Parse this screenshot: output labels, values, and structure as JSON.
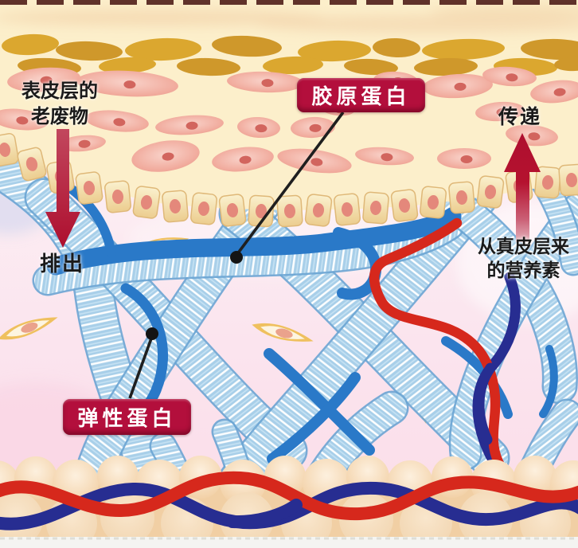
{
  "diagram": {
    "annotations": {
      "epidermis_waste": {
        "line1": "表皮层的",
        "line2": "老废物"
      },
      "excrete": "排出",
      "collagen_badge": "胶原蛋白",
      "elastin_badge": "弹性蛋白",
      "transmit": "传递",
      "nutrients": {
        "line1": "从真皮层来",
        "line2": "的营养素"
      }
    },
    "colors": {
      "badge_background": "#b30f3c",
      "badge_text": "#ffffff",
      "annotation_text": "#1a1a1a",
      "arrow_red": "#b5122f",
      "collagen_fiber_blue": "#a8cfe9",
      "elastin_fiber_blue": "#2a79c8",
      "artery_red": "#d6281c",
      "vein_navy": "#272d91",
      "epidermis_cream": "#fcefcb",
      "dermis_pink": "#fbe3ec",
      "subcutaneous_fat_tan": "#f2d0a6",
      "corneum_gold": "#d9a32e"
    }
  }
}
